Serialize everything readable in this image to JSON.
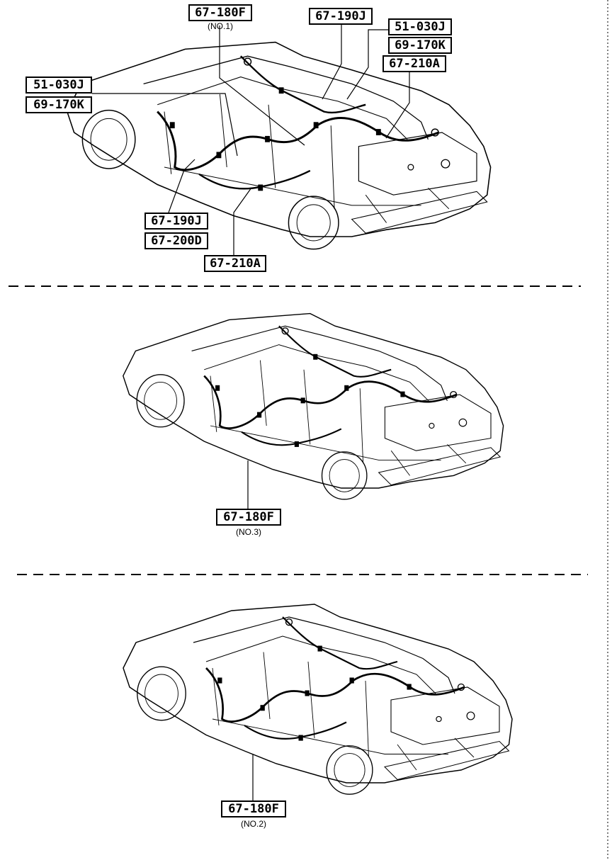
{
  "diagrams": [
    {
      "labels": {
        "top_180f": "67-180F",
        "top_180f_sub": "(NO.1)",
        "j190_top": "67-190J",
        "c51_right": "51-030J",
        "k69_right": "69-170K",
        "a210_right": "67-210A",
        "c51_left": "51-030J",
        "k69_left": "69-170K",
        "j190_bottom": "67-190J",
        "d200_bottom": "67-200D",
        "a210_bottom": "67-210A"
      }
    },
    {
      "labels": {
        "f180": "67-180F",
        "f180_sub": "(NO.3)"
      }
    },
    {
      "labels": {
        "f180": "67-180F",
        "f180_sub": "(NO.2)"
      }
    }
  ],
  "colors": {
    "line": "#000000",
    "background": "#ffffff"
  }
}
